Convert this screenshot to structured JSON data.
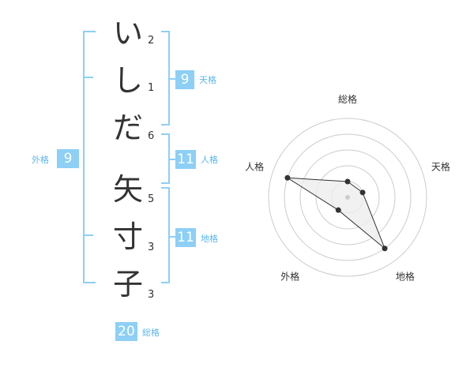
{
  "name": {
    "characters": [
      {
        "char": "い",
        "strokes": "2"
      },
      {
        "char": "し",
        "strokes": "1"
      },
      {
        "char": "だ",
        "strokes": "6"
      },
      {
        "char": "矢",
        "strokes": "5"
      },
      {
        "char": "寸",
        "strokes": "3"
      },
      {
        "char": "子",
        "strokes": "3"
      }
    ]
  },
  "fortune": {
    "tenkaku": {
      "label": "天格",
      "value": "9"
    },
    "jinkaku": {
      "label": "人格",
      "value": "11"
    },
    "chikaku": {
      "label": "地格",
      "value": "11"
    },
    "gaikaku": {
      "label": "外格",
      "value": "9"
    },
    "soukaku": {
      "label": "総格",
      "value": "20"
    }
  },
  "radar": {
    "labels": [
      "総格",
      "天格",
      "地格",
      "外格",
      "人格"
    ],
    "values": [
      1,
      1,
      4,
      1,
      4
    ],
    "max": 5,
    "colors": {
      "ring": "#cccccc",
      "fill": "#eeeeee",
      "line": "#333333",
      "center": "#cccccc"
    }
  },
  "colors": {
    "accent": "#8dcff5",
    "accent_text": "#5bb6ea",
    "text": "#333333"
  }
}
